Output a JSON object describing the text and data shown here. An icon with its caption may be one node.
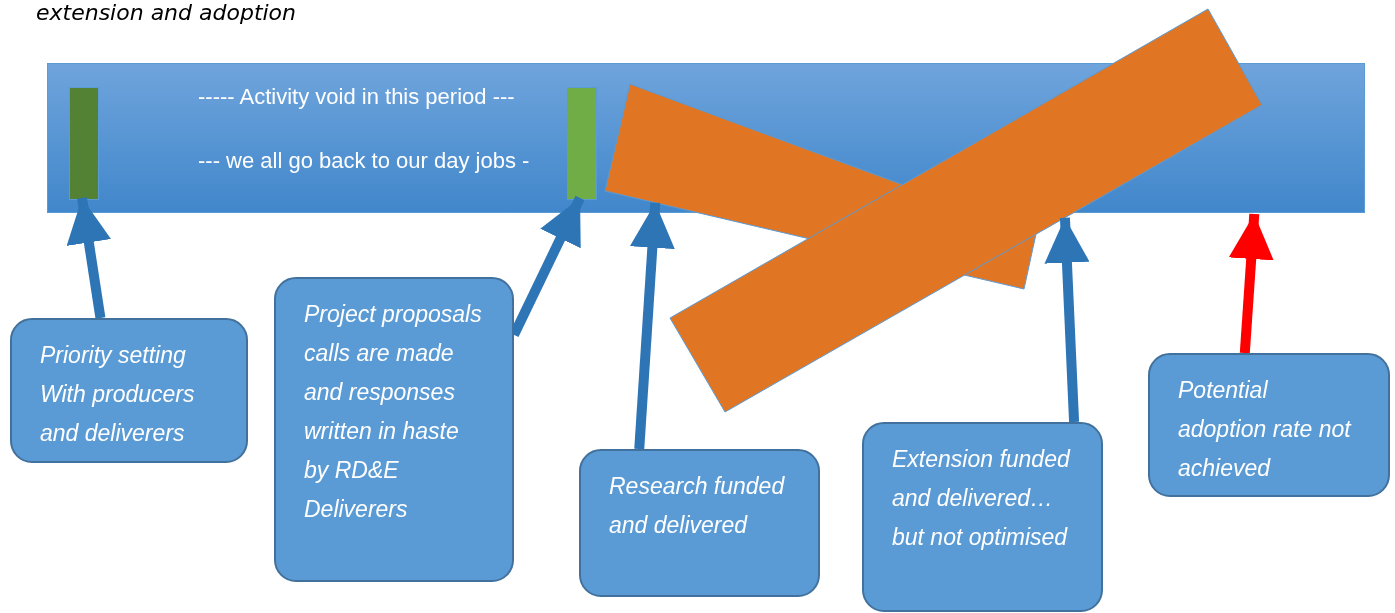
{
  "diagram": {
    "title": "extension and adoption",
    "nodes": [
      {
        "text": [
          "----- Activity void in this period ---",
          "--- we all go back to our day jobs -"
        ]
      },
      {
        "text": [],
        "shape": "bar",
        "in": 0
      },
      {
        "text": [],
        "shape": "bar",
        "in": 0
      },
      {
        "text": [],
        "shape": "bar"
      },
      {
        "text": [],
        "shape": "bar"
      },
      {
        "text": [
          "Priority setting With producers and deliverers"
        ]
      },
      {
        "text": [
          "Project proposals calls are made and responses written in haste by RD&E Deliverers"
        ]
      },
      {
        "text": [
          "Research funded and delivered"
        ]
      },
      {
        "text": [
          "Extension funded and delivered… but not optimised"
        ]
      },
      {
        "text": [
          "Potential adoption rate not achieved"
        ]
      }
    ],
    "edges": [
      {
        "from": 5,
        "to": 1,
        "arrow": "to"
      },
      {
        "from": 6,
        "to": 2,
        "arrow": "to"
      },
      {
        "from": 7,
        "to": 3,
        "arrow": "to"
      },
      {
        "from": 8,
        "to": 4,
        "arrow": "to"
      },
      {
        "from": 9,
        "to": 0,
        "arrow": "to",
        "color": "#ff0000"
      }
    ]
  }
}
